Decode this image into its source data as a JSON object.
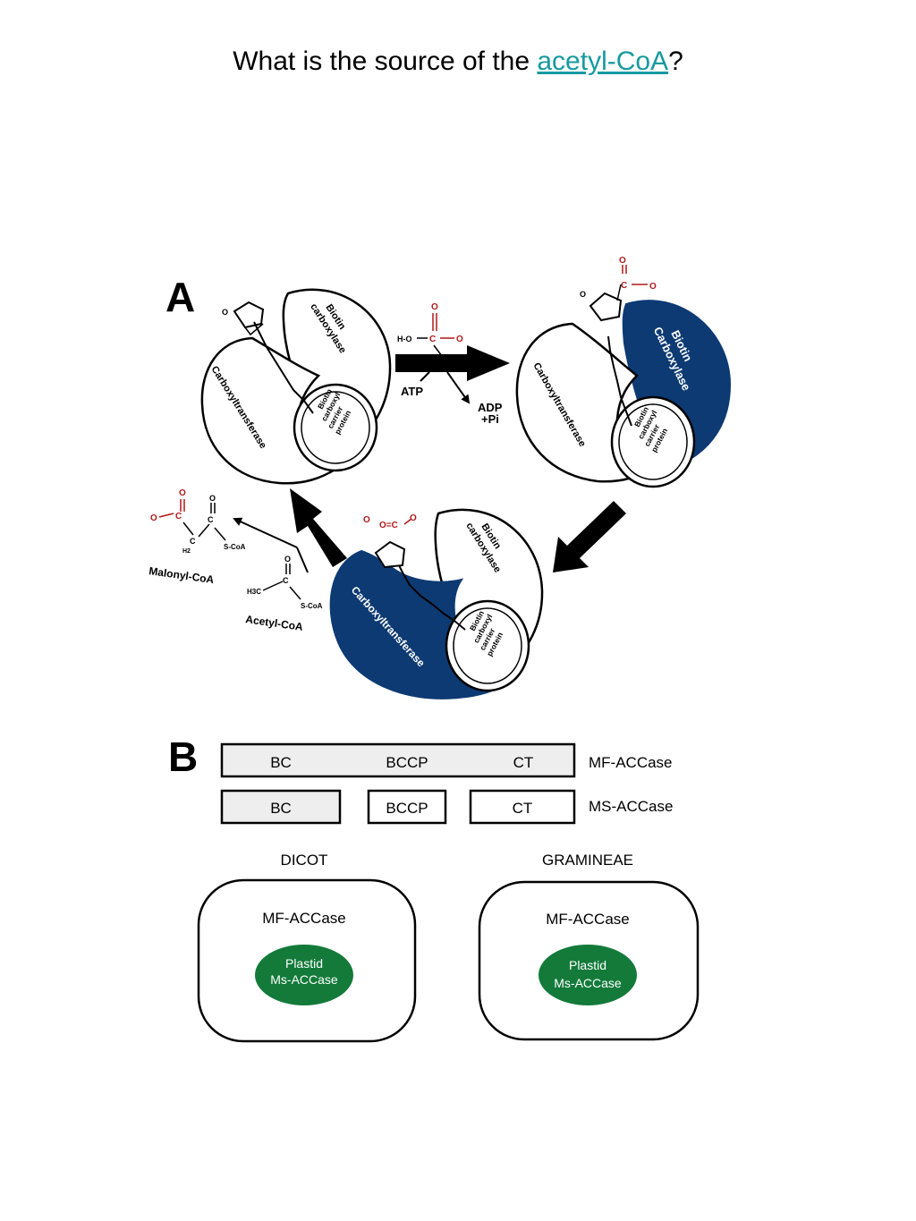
{
  "slide": {
    "title_prefix": "What is the source of the ",
    "title_link": "acetyl-CoA",
    "title_suffix": "?"
  },
  "colors": {
    "link": "#169aa0",
    "enzyme_active_blue": "#0d3a73",
    "plastid_green": "#137a3a",
    "chem_red": "#b01818",
    "box_fill": "#eeeeee"
  },
  "panel_a": {
    "label": "A",
    "bc_label": "Biotin carboxylase",
    "bc_lines": [
      "Biotin",
      "carboxylase"
    ],
    "bc_blue_lines": [
      "Biotin",
      "Carboxylase"
    ],
    "ct_label": "Carboxyltransferase",
    "bccp_lines": [
      "Biotin",
      "carboxyl",
      "carrier",
      "protein"
    ],
    "atp": "ATP",
    "adp": "ADP",
    "pi": "+Pi",
    "bicarbonate": "H-O-C(=O)-O",
    "malonyl_coa": "Malonyl-CoA",
    "acetyl_coa": "Acetyl-CoA",
    "s_coa": "S-CoA",
    "h3c": "H3C",
    "h2": "H2"
  },
  "panel_b": {
    "label": "B",
    "mf_domains": [
      "BC",
      "BCCP",
      "CT"
    ],
    "ms_domains": [
      "BC",
      "BCCP",
      "CT"
    ],
    "mf_name": "MF-ACCase",
    "ms_name": "MS-ACCase",
    "cells": [
      {
        "name": "DICOT",
        "cytosol": "MF-ACCase",
        "plastid_line1": "Plastid",
        "plastid_line2": "Ms-ACCase"
      },
      {
        "name": "GRAMINEAE",
        "cytosol": "MF-ACCase",
        "plastid_line1": "Plastid",
        "plastid_line2": "Ms-ACCase"
      }
    ]
  }
}
